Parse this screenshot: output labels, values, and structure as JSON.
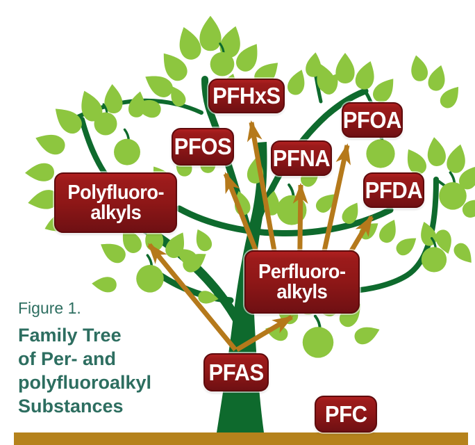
{
  "figure_caption": {
    "label": "Figure 1.",
    "title_lines": [
      "Family Tree",
      "of Per- and",
      "polyfluoroalkyl",
      "Substances"
    ]
  },
  "nodes": {
    "pfas": {
      "label": "PFAS"
    },
    "pfc": {
      "label": "PFC"
    },
    "polyfluoroalkyls": {
      "line1": "Polyfluoro-",
      "line2": "alkyls"
    },
    "perfluoroalkyls": {
      "line1": "Perfluoro-",
      "line2": "alkyls"
    },
    "pfos": {
      "label": "PFOS"
    },
    "pfhxs": {
      "label": "PFHxS"
    },
    "pfna": {
      "label": "PFNA"
    },
    "pfoa": {
      "label": "PFOA"
    },
    "pfda": {
      "label": "PFDA"
    }
  },
  "arrows": [
    {
      "from": "PFAS",
      "to": "Polyfluoro-alkyls"
    },
    {
      "from": "PFAS",
      "to": "Perfluoro-alkyls"
    },
    {
      "from": "Perfluoro-alkyls",
      "to": "PFOS"
    },
    {
      "from": "Perfluoro-alkyls",
      "to": "PFHxS"
    },
    {
      "from": "Perfluoro-alkyls",
      "to": "PFNA"
    },
    {
      "from": "Perfluoro-alkyls",
      "to": "PFOA"
    },
    {
      "from": "Perfluoro-alkyls",
      "to": "PFDA"
    }
  ],
  "colors": {
    "leaf_green": "#8dc63f",
    "branch_green": "#0e6a2d",
    "arrow_brown": "#b5791b",
    "ground_brown": "#b5821c",
    "box_red_top": "#b02020",
    "box_red_bottom": "#6f1013",
    "caption_teal": "#2d6e60"
  }
}
